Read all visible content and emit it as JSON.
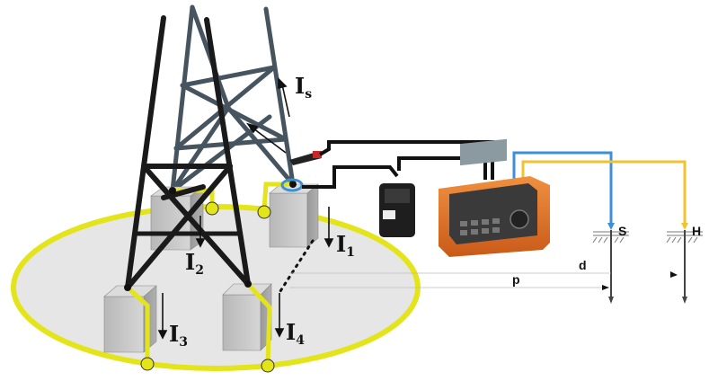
{
  "labels": {
    "current_s": {
      "main": "I",
      "sub": "s"
    },
    "current_1": {
      "main": "I",
      "sub": "1"
    },
    "current_2": {
      "main": "I",
      "sub": "2"
    },
    "current_3": {
      "main": "I",
      "sub": "3"
    },
    "current_4": {
      "main": "I",
      "sub": "4"
    },
    "probe_s": "S",
    "probe_h": "H",
    "distance_d": "d",
    "distance_p": "p"
  },
  "colors": {
    "ground_loop": "#e4e41a",
    "ground_fill": "#e6e6e6",
    "tower_dark": "#1a1a1a",
    "tower_gray": "#465460",
    "lead_blue": "#3d8fd6",
    "lead_yellow": "#f2c230",
    "meter_orange": "#e8742a",
    "footing": "#c4c4c4"
  },
  "icons": {
    "clamp": "current-clamp-icon",
    "meter": "earth-resistance-meter-icon",
    "adapter": "clamp-adapter-icon"
  }
}
